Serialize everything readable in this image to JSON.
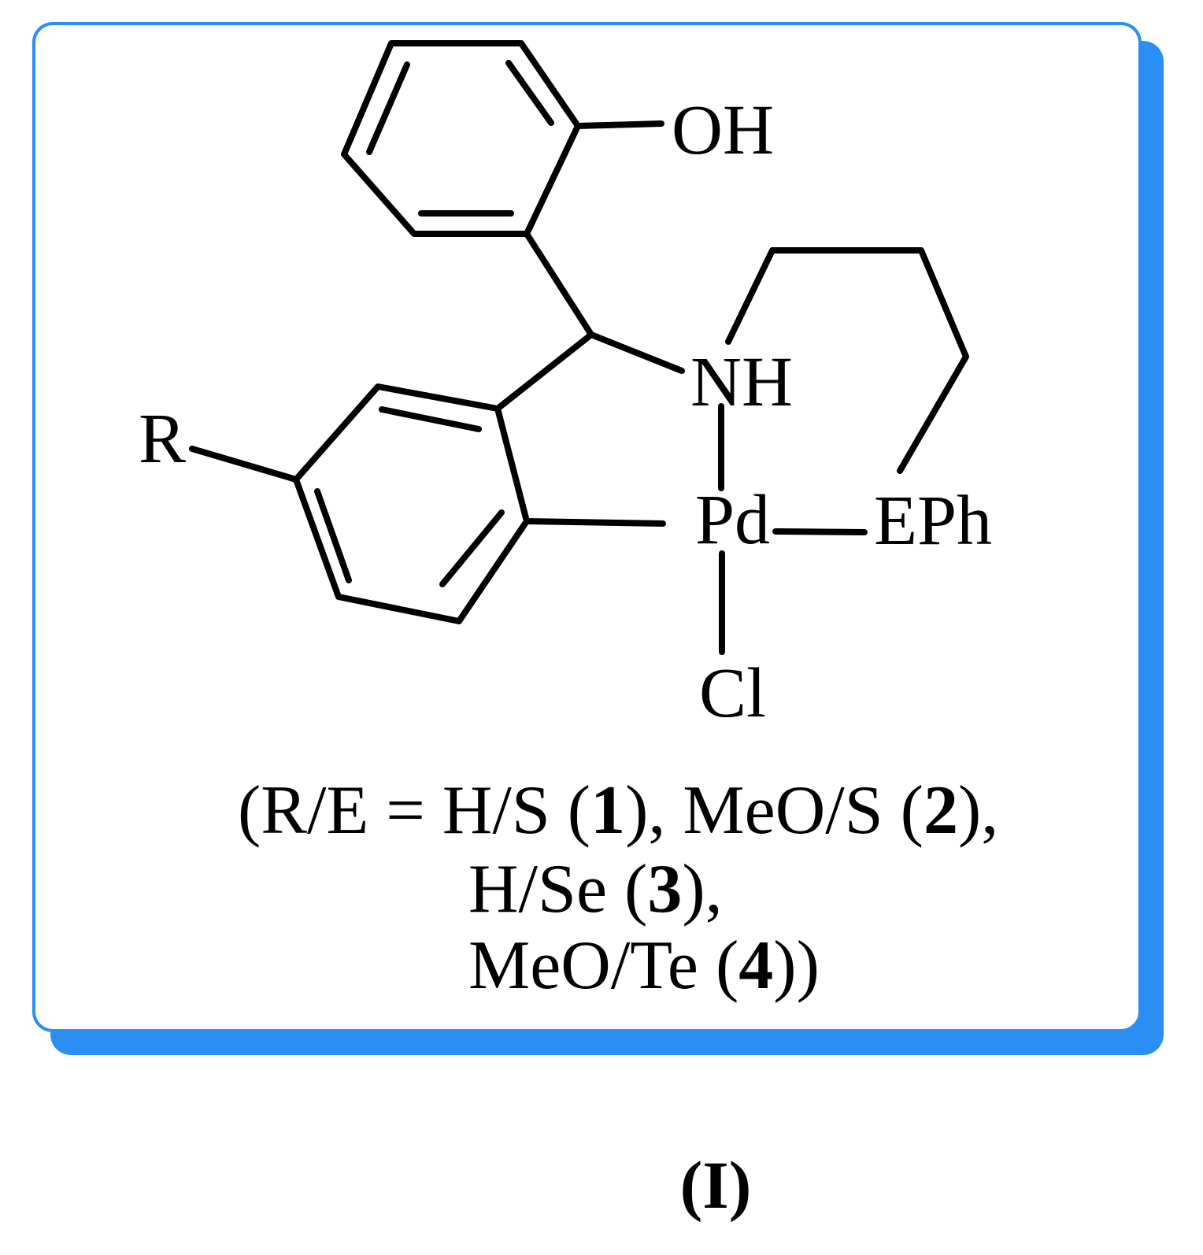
{
  "atoms": {
    "oh": "OH",
    "nh": "NH",
    "r": "R",
    "pd": "Pd",
    "eph": "EPh",
    "cl": "Cl"
  },
  "caption": {
    "line1": [
      {
        "text": "(R/E = H/S (",
        "bold": false
      },
      {
        "text": "1",
        "bold": true
      },
      {
        "text": "), MeO/S (",
        "bold": false
      },
      {
        "text": "2",
        "bold": true
      },
      {
        "text": "),",
        "bold": false
      }
    ],
    "line2": [
      {
        "text": "H/Se (",
        "bold": false
      },
      {
        "text": "3",
        "bold": true
      },
      {
        "text": "),",
        "bold": false
      }
    ],
    "line3": [
      {
        "text": "MeO/Te (",
        "bold": false
      },
      {
        "text": "4",
        "bold": true
      },
      {
        "text": "))",
        "bold": false
      }
    ]
  },
  "compound_label": "(I)",
  "colors": {
    "frame": "#2b8ef5",
    "ink": "#000000"
  }
}
